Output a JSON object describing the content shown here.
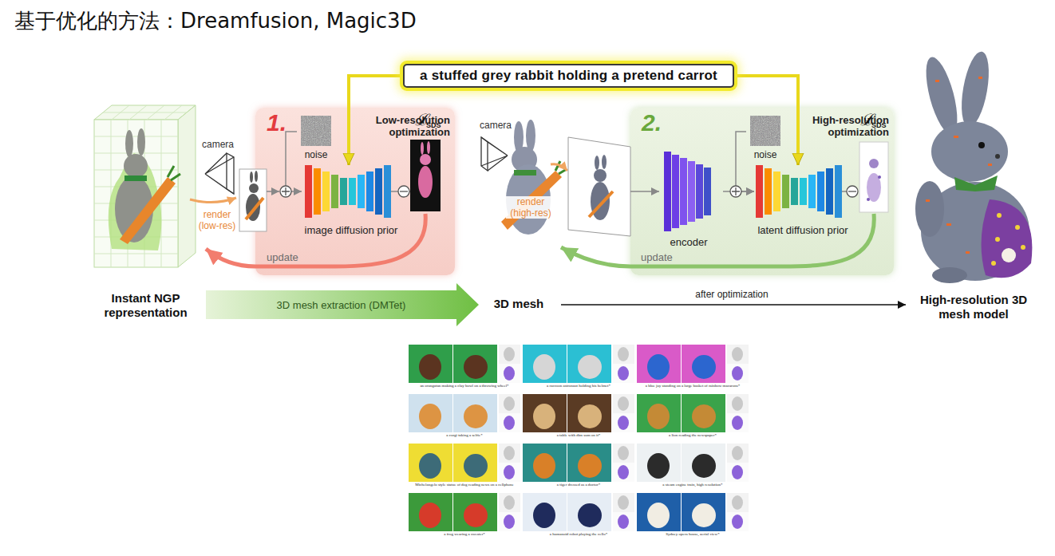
{
  "diagram": {
    "title": "基于优化的方法：Dreamfusion, Magic3D",
    "nodes": [
      {
        "text": [
          "a stuffed grey rabbit holding a pretend carrot"
        ]
      },
      {
        "text": [
          "1.",
          "Low-resolution optimization"
        ]
      },
      {
        "text": [
          "noise"
        ],
        "in": 1
      },
      {
        "text": [
          "image diffusion prior"
        ],
        "in": 1
      },
      {
        "text": [
          "Instant NGP representation"
        ]
      },
      {
        "text": [
          "3D mesh"
        ]
      },
      {
        "text": [
          "2.",
          "High-resolution optimization"
        ]
      },
      {
        "text": [
          "encoder"
        ],
        "in": 6
      },
      {
        "text": [
          "noise"
        ],
        "in": 6
      },
      {
        "text": [
          "latent diffusion prior"
        ],
        "in": 6
      },
      {
        "text": [
          "High-resolution 3D mesh model"
        ]
      }
    ],
    "edges": [
      {
        "from": 0,
        "to": 3,
        "arrow": "to"
      },
      {
        "from": 0,
        "to": 9,
        "arrow": "to"
      },
      {
        "from": 2,
        "to": 3,
        "arrow": "to"
      },
      {
        "from": 1,
        "to": 4,
        "label": "update",
        "arrow": "to"
      },
      {
        "from": 4,
        "to": 5,
        "label": "3D mesh extraction (DMTet)",
        "arrow": "to"
      },
      {
        "from": 7,
        "to": 9,
        "arrow": "to"
      },
      {
        "from": 8,
        "to": 9,
        "arrow": "to"
      },
      {
        "from": 6,
        "to": 5,
        "label": "update",
        "arrow": "to"
      },
      {
        "from": 5,
        "to": 10,
        "label": "after optimization",
        "arrow": "to"
      }
    ],
    "labels": [
      "camera",
      "render (low-res)",
      "ℒ",
      "SDS",
      "camera",
      "render (high-res)",
      "ℒ",
      "SDS",
      "an orangutan making a clay bowl on a throwing wheel*",
      "a raccoon astronaut holding his helmet*",
      "a blue jay standing on a large basket of rainbow macarons*",
      "a corgi taking a selfie*",
      "a table with dim sum on it*",
      "a lion reading the newspaper*",
      "Michelangelo style statue of dog reading news on a cellphone",
      "a tiger dressed as a doctor*",
      "a steam engine train, high resolution*",
      "a frog wearing a sweater*",
      "a humanoid robot playing the cello*",
      "Sydney opera house, aerial view*"
    ]
  }
}
